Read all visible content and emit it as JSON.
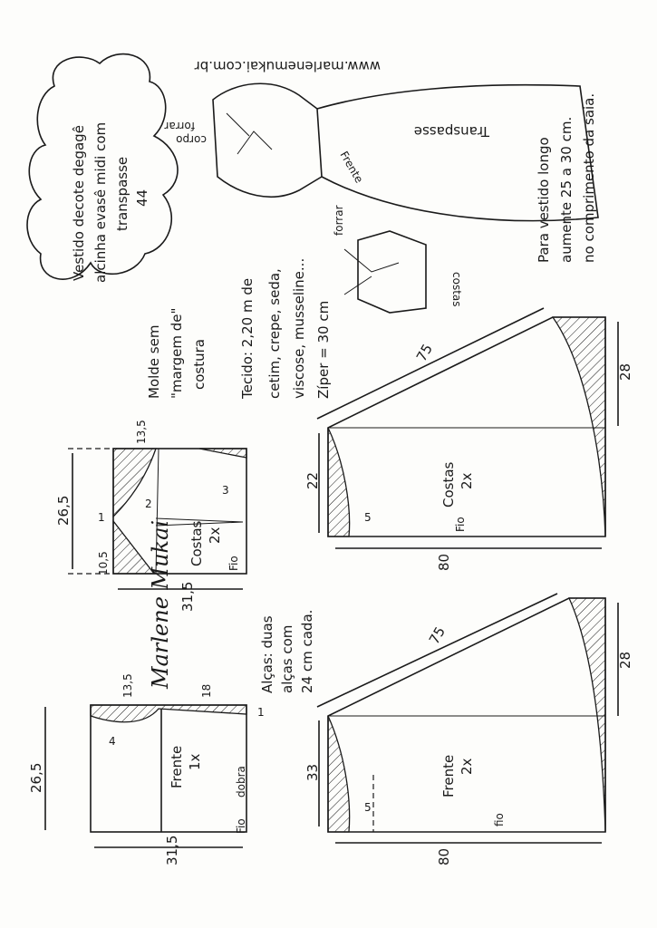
{
  "website": "www.marlenemukai.com.br",
  "title": {
    "line1": "Vestido decote degagê",
    "line2": "alcinha evasê midi com",
    "line3": "transpasse",
    "size": "44"
  },
  "sketch": {
    "forrar_corpo_1": "forrar",
    "forrar_corpo_2": "corpo",
    "transpasse": "Transpasse",
    "frente": "Frente",
    "forrar": "forrar",
    "costas": "costas"
  },
  "note_long": {
    "line1": "Para vestido longo",
    "line2": "aumente 25 a 30 cm.",
    "line3": "no comprimento da saia."
  },
  "fabric": {
    "line1": "Tecido: 2,20 m de",
    "line2": "cetim, crepe, seda,",
    "line3": "viscose, musseline...",
    "line4": "Zíper = 30 cm"
  },
  "no_seam": {
    "line1": "Molde sem",
    "line2": "\"margem de\"",
    "line3": "costura"
  },
  "straps": {
    "line1": "Alças: duas",
    "line2": "alças com",
    "line3": "24 cm cada."
  },
  "signature": "Marlene Mukai",
  "back_bodice": {
    "label": "Costas",
    "qty": "2x",
    "grain": "Fio",
    "w": "26,5",
    "h": "31,5",
    "side": "10,5",
    "top": "13,5",
    "dart1": "2",
    "dart2": "3",
    "m1": "1"
  },
  "front_bodice": {
    "label": "Frente",
    "qty": "1x",
    "grain": "Fio",
    "fold": "dobra",
    "w": "26,5",
    "h": "31,5",
    "top1": "13,5",
    "top2": "18",
    "m1": "4",
    "m2": "1"
  },
  "back_skirt": {
    "label": "Costas",
    "qty": "2x",
    "grain": "Fio",
    "diag": "75",
    "left": "22",
    "right": "28",
    "length": "80",
    "small": "5"
  },
  "front_skirt": {
    "label": "Frente",
    "qty": "2x",
    "grain": "fio",
    "diag": "75",
    "left": "33",
    "right": "28",
    "length": "80",
    "small": "5"
  }
}
